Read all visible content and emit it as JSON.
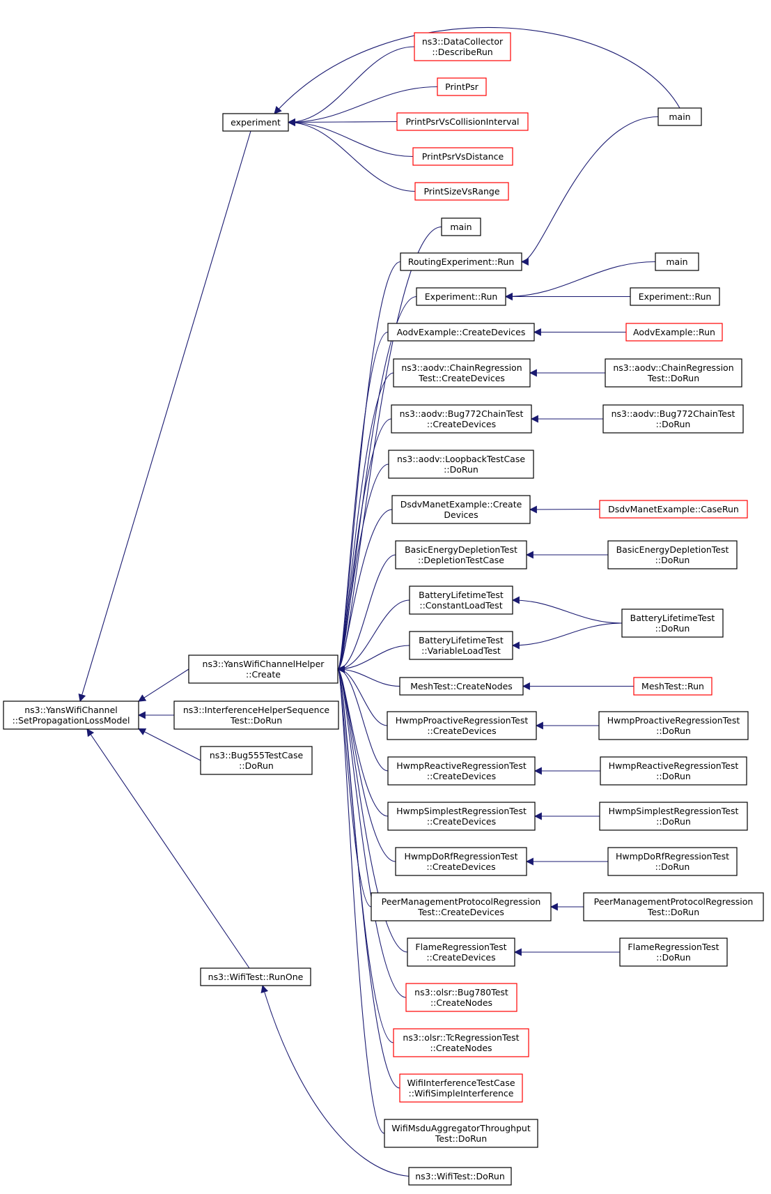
{
  "colors": {
    "edge": "#191970",
    "border_documented": "#000000",
    "border_undocumented": "#ff0000",
    "root_fill": "#bfbfbf",
    "node_fill": "#ffffff"
  },
  "nodes": [
    {
      "id": "root",
      "lines": [
        "ns3::YansWifiChannel",
        "::SetPropagationLossModel"
      ],
      "kind": "root"
    },
    {
      "id": "experiment",
      "lines": [
        "experiment"
      ],
      "kind": "normal"
    },
    {
      "id": "main_top",
      "lines": [
        "main"
      ],
      "kind": "normal"
    },
    {
      "id": "dc_describe",
      "lines": [
        "ns3::DataCollector",
        "::DescribeRun"
      ],
      "kind": "red"
    },
    {
      "id": "printpsr",
      "lines": [
        "PrintPsr"
      ],
      "kind": "red"
    },
    {
      "id": "printpsr_ci",
      "lines": [
        "PrintPsrVsCollisionInterval"
      ],
      "kind": "red"
    },
    {
      "id": "printpsr_dist",
      "lines": [
        "PrintPsrVsDistance"
      ],
      "kind": "red"
    },
    {
      "id": "printsize",
      "lines": [
        "PrintSizeVsRange"
      ],
      "kind": "red"
    },
    {
      "id": "yans_create",
      "lines": [
        "ns3::YansWifiChannelHelper",
        "::Create"
      ],
      "kind": "normal"
    },
    {
      "id": "interf_seq",
      "lines": [
        "ns3::InterferenceHelperSequence",
        "Test::DoRun"
      ],
      "kind": "normal"
    },
    {
      "id": "bug555",
      "lines": [
        "ns3::Bug555TestCase",
        "::DoRun"
      ],
      "kind": "normal"
    },
    {
      "id": "wifitest_runone",
      "lines": [
        "ns3::WifiTest::RunOne"
      ],
      "kind": "normal"
    },
    {
      "id": "main_mid",
      "lines": [
        "main"
      ],
      "kind": "normal"
    },
    {
      "id": "routing_run",
      "lines": [
        "RoutingExperiment::Run"
      ],
      "kind": "normal"
    },
    {
      "id": "experiment_run",
      "lines": [
        "Experiment::Run"
      ],
      "kind": "normal"
    },
    {
      "id": "main_right",
      "lines": [
        "main"
      ],
      "kind": "normal"
    },
    {
      "id": "experiment_run2",
      "lines": [
        "Experiment::Run"
      ],
      "kind": "normal"
    },
    {
      "id": "aodv_create",
      "lines": [
        "AodvExample::CreateDevices"
      ],
      "kind": "normal"
    },
    {
      "id": "aodv_run",
      "lines": [
        "AodvExample::Run"
      ],
      "kind": "red"
    },
    {
      "id": "chain_create",
      "lines": [
        "ns3::aodv::ChainRegression",
        "Test::CreateDevices"
      ],
      "kind": "normal"
    },
    {
      "id": "chain_dorun",
      "lines": [
        "ns3::aodv::ChainRegression",
        "Test::DoRun"
      ],
      "kind": "normal"
    },
    {
      "id": "bug772_create",
      "lines": [
        "ns3::aodv::Bug772ChainTest",
        "::CreateDevices"
      ],
      "kind": "normal"
    },
    {
      "id": "bug772_dorun",
      "lines": [
        "ns3::aodv::Bug772ChainTest",
        "::DoRun"
      ],
      "kind": "normal"
    },
    {
      "id": "loopback",
      "lines": [
        "ns3::aodv::LoopbackTestCase",
        "::DoRun"
      ],
      "kind": "normal"
    },
    {
      "id": "dsdv_create",
      "lines": [
        "DsdvManetExample::Create",
        "Devices"
      ],
      "kind": "normal"
    },
    {
      "id": "dsdv_caserun",
      "lines": [
        "DsdvManetExample::CaseRun"
      ],
      "kind": "red"
    },
    {
      "id": "basic_depl",
      "lines": [
        "BasicEnergyDepletionTest",
        "::DepletionTestCase"
      ],
      "kind": "normal"
    },
    {
      "id": "basic_dorun",
      "lines": [
        "BasicEnergyDepletionTest",
        "::DoRun"
      ],
      "kind": "normal"
    },
    {
      "id": "batt_const",
      "lines": [
        "BatteryLifetimeTest",
        "::ConstantLoadTest"
      ],
      "kind": "normal"
    },
    {
      "id": "batt_dorun",
      "lines": [
        "BatteryLifetimeTest",
        "::DoRun"
      ],
      "kind": "normal"
    },
    {
      "id": "batt_var",
      "lines": [
        "BatteryLifetimeTest",
        "::VariableLoadTest"
      ],
      "kind": "normal"
    },
    {
      "id": "mesh_create",
      "lines": [
        "MeshTest::CreateNodes"
      ],
      "kind": "normal"
    },
    {
      "id": "mesh_run",
      "lines": [
        "MeshTest::Run"
      ],
      "kind": "red"
    },
    {
      "id": "hwmp_pro_create",
      "lines": [
        "HwmpProactiveRegressionTest",
        "::CreateDevices"
      ],
      "kind": "normal"
    },
    {
      "id": "hwmp_pro_dorun",
      "lines": [
        "HwmpProactiveRegressionTest",
        "::DoRun"
      ],
      "kind": "normal"
    },
    {
      "id": "hwmp_rea_create",
      "lines": [
        "HwmpReactiveRegressionTest",
        "::CreateDevices"
      ],
      "kind": "normal"
    },
    {
      "id": "hwmp_rea_dorun",
      "lines": [
        "HwmpReactiveRegressionTest",
        "::DoRun"
      ],
      "kind": "normal"
    },
    {
      "id": "hwmp_sim_create",
      "lines": [
        "HwmpSimplestRegressionTest",
        "::CreateDevices"
      ],
      "kind": "normal"
    },
    {
      "id": "hwmp_sim_dorun",
      "lines": [
        "HwmpSimplestRegressionTest",
        "::DoRun"
      ],
      "kind": "normal"
    },
    {
      "id": "hwmp_dorf_create",
      "lines": [
        "HwmpDoRfRegressionTest",
        "::CreateDevices"
      ],
      "kind": "normal"
    },
    {
      "id": "hwmp_dorf_dorun",
      "lines": [
        "HwmpDoRfRegressionTest",
        "::DoRun"
      ],
      "kind": "normal"
    },
    {
      "id": "peer_create",
      "lines": [
        "PeerManagementProtocolRegression",
        "Test::CreateDevices"
      ],
      "kind": "normal"
    },
    {
      "id": "peer_dorun",
      "lines": [
        "PeerManagementProtocolRegression",
        "Test::DoRun"
      ],
      "kind": "normal"
    },
    {
      "id": "flame_create",
      "lines": [
        "FlameRegressionTest",
        "::CreateDevices"
      ],
      "kind": "normal"
    },
    {
      "id": "flame_dorun",
      "lines": [
        "FlameRegressionTest",
        "::DoRun"
      ],
      "kind": "normal"
    },
    {
      "id": "olsr_bug780",
      "lines": [
        "ns3::olsr::Bug780Test",
        "::CreateNodes"
      ],
      "kind": "red"
    },
    {
      "id": "olsr_tc",
      "lines": [
        "ns3::olsr::TcRegressionTest",
        "::CreateNodes"
      ],
      "kind": "red"
    },
    {
      "id": "wifi_interf",
      "lines": [
        "WifiInterferenceTestCase",
        "::WifiSimpleInterference"
      ],
      "kind": "red"
    },
    {
      "id": "wifi_msdu",
      "lines": [
        "WifiMsduAggregatorThroughput",
        "Test::DoRun"
      ],
      "kind": "normal"
    },
    {
      "id": "wifitest_dorun",
      "lines": [
        "ns3::WifiTest::DoRun"
      ],
      "kind": "normal"
    }
  ],
  "edges": [
    [
      "experiment",
      "root"
    ],
    [
      "yans_create",
      "root"
    ],
    [
      "interf_seq",
      "root"
    ],
    [
      "bug555",
      "root"
    ],
    [
      "wifitest_runone",
      "root"
    ],
    [
      "main_top",
      "experiment"
    ],
    [
      "dc_describe",
      "experiment"
    ],
    [
      "printpsr",
      "experiment"
    ],
    [
      "printpsr_ci",
      "experiment"
    ],
    [
      "printpsr_dist",
      "experiment"
    ],
    [
      "printsize",
      "experiment"
    ],
    [
      "main_mid",
      "yans_create"
    ],
    [
      "routing_run",
      "yans_create"
    ],
    [
      "experiment_run",
      "yans_create"
    ],
    [
      "aodv_create",
      "yans_create"
    ],
    [
      "chain_create",
      "yans_create"
    ],
    [
      "bug772_create",
      "yans_create"
    ],
    [
      "loopback",
      "yans_create"
    ],
    [
      "dsdv_create",
      "yans_create"
    ],
    [
      "basic_depl",
      "yans_create"
    ],
    [
      "batt_const",
      "yans_create"
    ],
    [
      "batt_var",
      "yans_create"
    ],
    [
      "mesh_create",
      "yans_create"
    ],
    [
      "hwmp_pro_create",
      "yans_create"
    ],
    [
      "hwmp_rea_create",
      "yans_create"
    ],
    [
      "hwmp_sim_create",
      "yans_create"
    ],
    [
      "hwmp_dorf_create",
      "yans_create"
    ],
    [
      "peer_create",
      "yans_create"
    ],
    [
      "flame_create",
      "yans_create"
    ],
    [
      "olsr_bug780",
      "yans_create"
    ],
    [
      "olsr_tc",
      "yans_create"
    ],
    [
      "wifi_interf",
      "yans_create"
    ],
    [
      "wifi_msdu",
      "yans_create"
    ],
    [
      "wifitest_dorun",
      "wifitest_runone"
    ],
    [
      "main_top",
      "routing_run"
    ],
    [
      "main_right",
      "experiment_run"
    ],
    [
      "experiment_run2",
      "experiment_run"
    ],
    [
      "aodv_run",
      "aodv_create"
    ],
    [
      "chain_dorun",
      "chain_create"
    ],
    [
      "bug772_dorun",
      "bug772_create"
    ],
    [
      "dsdv_caserun",
      "dsdv_create"
    ],
    [
      "basic_dorun",
      "basic_depl"
    ],
    [
      "batt_dorun",
      "batt_const"
    ],
    [
      "batt_dorun",
      "batt_var"
    ],
    [
      "mesh_run",
      "mesh_create"
    ],
    [
      "hwmp_pro_dorun",
      "hwmp_pro_create"
    ],
    [
      "hwmp_rea_dorun",
      "hwmp_rea_create"
    ],
    [
      "hwmp_sim_dorun",
      "hwmp_sim_create"
    ],
    [
      "hwmp_dorf_dorun",
      "hwmp_dorf_create"
    ],
    [
      "peer_dorun",
      "peer_create"
    ],
    [
      "flame_dorun",
      "flame_create"
    ]
  ]
}
